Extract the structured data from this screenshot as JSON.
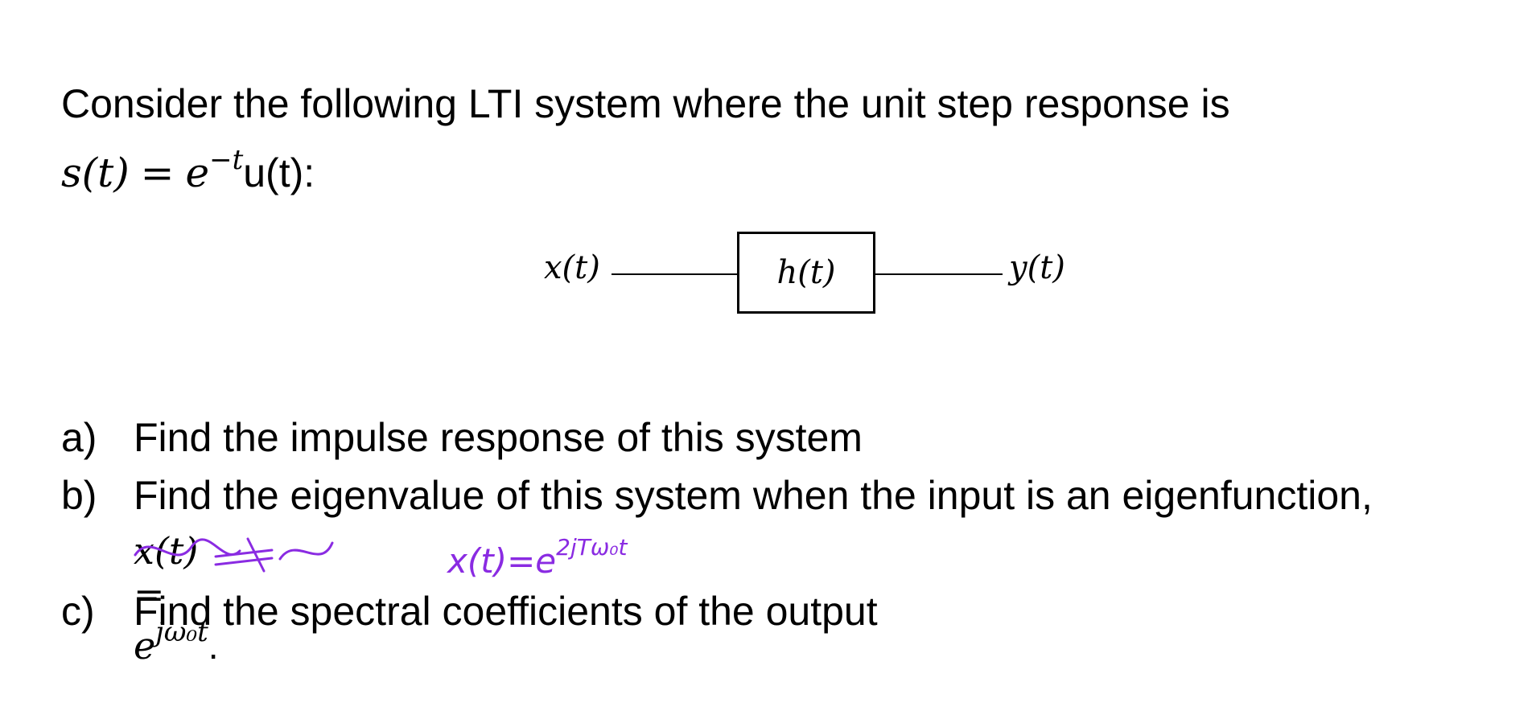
{
  "intro": {
    "line1": "Consider the following LTI system where the unit step response is",
    "formula_lhs": "s(t)",
    "formula_eq": "=",
    "formula_base": "e",
    "formula_exp": "−t",
    "formula_tail": "u(t):"
  },
  "diagram": {
    "input_label": "x(t)",
    "block_label": "h(t)",
    "output_label": "y(t)"
  },
  "questions": [
    {
      "marker": "a)",
      "text": "Find the impulse response of this system"
    },
    {
      "marker": "b)",
      "text": "Find the eigenvalue of this system when the input is an eigenfunction,",
      "math": "x(t) = e",
      "math_exp": "jω₀t",
      "math_end": "."
    },
    {
      "marker": "c)",
      "text": "Find the spectral coefficients of the output"
    }
  ],
  "annotation": {
    "color": "#8a2be2",
    "correction": "x(t)=e",
    "correction_exp": "2jTω₀t"
  }
}
